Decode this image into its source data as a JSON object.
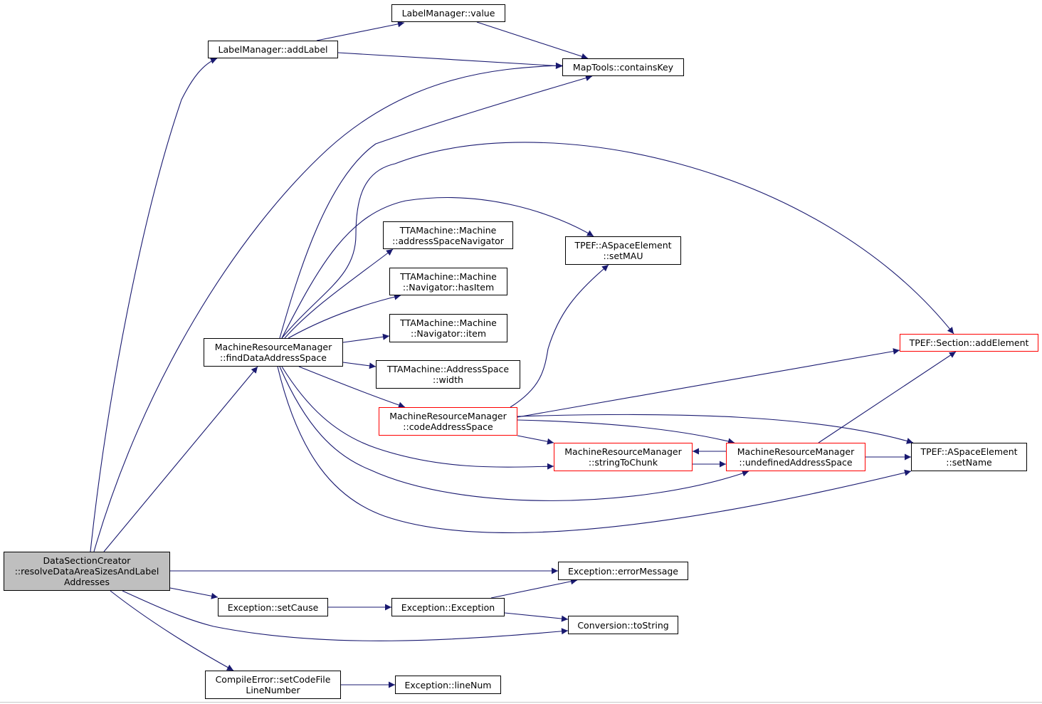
{
  "colors": {
    "edge": "#191970",
    "root_fill": "#bfbfbf",
    "node_border": "#000000",
    "truncated_border": "#ff0000"
  },
  "nodes": {
    "root": {
      "label": "DataSectionCreator\n::resolveDataAreaSizesAndLabel\nAddresses"
    },
    "label_value": {
      "label": "LabelManager::value"
    },
    "label_add": {
      "label": "LabelManager::addLabel"
    },
    "maptools": {
      "label": "MapTools::containsKey"
    },
    "addr_nav": {
      "label": "TTAMachine::Machine\n::addressSpaceNavigator"
    },
    "set_mau": {
      "label": "TPEF::ASpaceElement\n::setMAU"
    },
    "has_item": {
      "label": "TTAMachine::Machine\n::Navigator::hasItem"
    },
    "nav_item": {
      "label": "TTAMachine::Machine\n::Navigator::item"
    },
    "find_das": {
      "label": "MachineResourceManager\n::findDataAddressSpace"
    },
    "add_element": {
      "label": "TPEF::Section::addElement"
    },
    "as_width": {
      "label": "TTAMachine::AddressSpace\n::width"
    },
    "code_as": {
      "label": "MachineResourceManager\n::codeAddressSpace"
    },
    "str_chunk": {
      "label": "MachineResourceManager\n::stringToChunk"
    },
    "undef_as": {
      "label": "MachineResourceManager\n::undefinedAddressSpace"
    },
    "set_name": {
      "label": "TPEF::ASpaceElement\n::setName"
    },
    "err_msg": {
      "label": "Exception::errorMessage"
    },
    "set_cause": {
      "label": "Exception::setCause"
    },
    "exc_ctor": {
      "label": "Exception::Exception"
    },
    "to_string": {
      "label": "Conversion::toString"
    },
    "set_cfln": {
      "label": "CompileError::setCodeFile\nLineNumber"
    },
    "line_num": {
      "label": "Exception::lineNum"
    }
  },
  "edges": [
    [
      "root",
      "label_add"
    ],
    [
      "root",
      "maptools"
    ],
    [
      "root",
      "find_das"
    ],
    [
      "root",
      "err_msg"
    ],
    [
      "root",
      "set_cause"
    ],
    [
      "root",
      "to_string"
    ],
    [
      "root",
      "set_cfln"
    ],
    [
      "label_add",
      "label_value"
    ],
    [
      "label_add",
      "maptools"
    ],
    [
      "label_value",
      "maptools"
    ],
    [
      "find_das",
      "maptools"
    ],
    [
      "find_das",
      "add_element"
    ],
    [
      "find_das",
      "set_mau"
    ],
    [
      "find_das",
      "addr_nav"
    ],
    [
      "find_das",
      "has_item"
    ],
    [
      "find_das",
      "nav_item"
    ],
    [
      "find_das",
      "as_width"
    ],
    [
      "find_das",
      "code_as"
    ],
    [
      "find_das",
      "str_chunk"
    ],
    [
      "find_das",
      "undef_as"
    ],
    [
      "find_das",
      "set_name"
    ],
    [
      "code_as",
      "set_mau"
    ],
    [
      "code_as",
      "add_element"
    ],
    [
      "code_as",
      "set_name"
    ],
    [
      "code_as",
      "str_chunk"
    ],
    [
      "code_as",
      "undef_as"
    ],
    [
      "str_chunk",
      "undef_as"
    ],
    [
      "undef_as",
      "str_chunk"
    ],
    [
      "undef_as",
      "add_element"
    ],
    [
      "undef_as",
      "set_name"
    ],
    [
      "set_cause",
      "exc_ctor"
    ],
    [
      "exc_ctor",
      "err_msg"
    ],
    [
      "exc_ctor",
      "to_string"
    ],
    [
      "set_cfln",
      "line_num"
    ]
  ]
}
